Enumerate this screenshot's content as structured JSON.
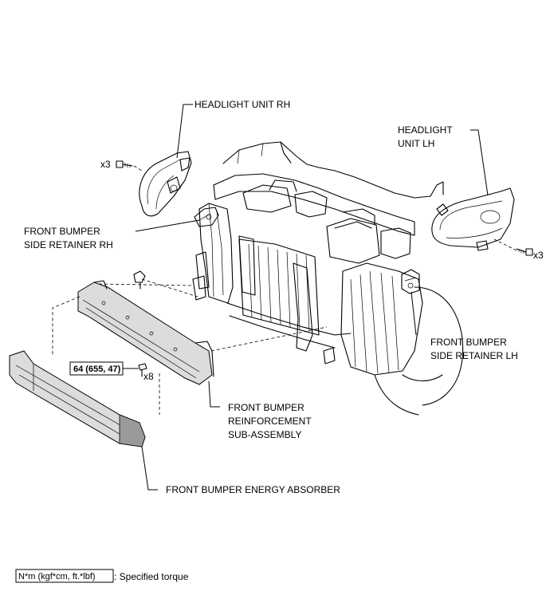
{
  "labels": {
    "headlight_rh": "HEADLIGHT UNIT RH",
    "headlight_lh_line1": "HEADLIGHT",
    "headlight_lh_line2": "UNIT LH",
    "retainer_rh_line1": "FRONT BUMPER",
    "retainer_rh_line2": "SIDE RETAINER RH",
    "retainer_lh_line1": "FRONT BUMPER",
    "retainer_lh_line2": "SIDE RETAINER LH",
    "reinforcement_line1": "FRONT BUMPER",
    "reinforcement_line2": "REINFORCEMENT",
    "reinforcement_line3": "SUB-ASSEMBLY",
    "energy_absorber": "FRONT BUMPER ENERGY ABSORBER"
  },
  "quantities": {
    "rh_screws": "x3",
    "lh_screws": "x3",
    "bolts": "x8"
  },
  "torque": {
    "value": "64 (655, 47)"
  },
  "legend": {
    "box_text": "N*m (kgf*cm, ft.*lbf)",
    "description": ": Specified torque"
  }
}
